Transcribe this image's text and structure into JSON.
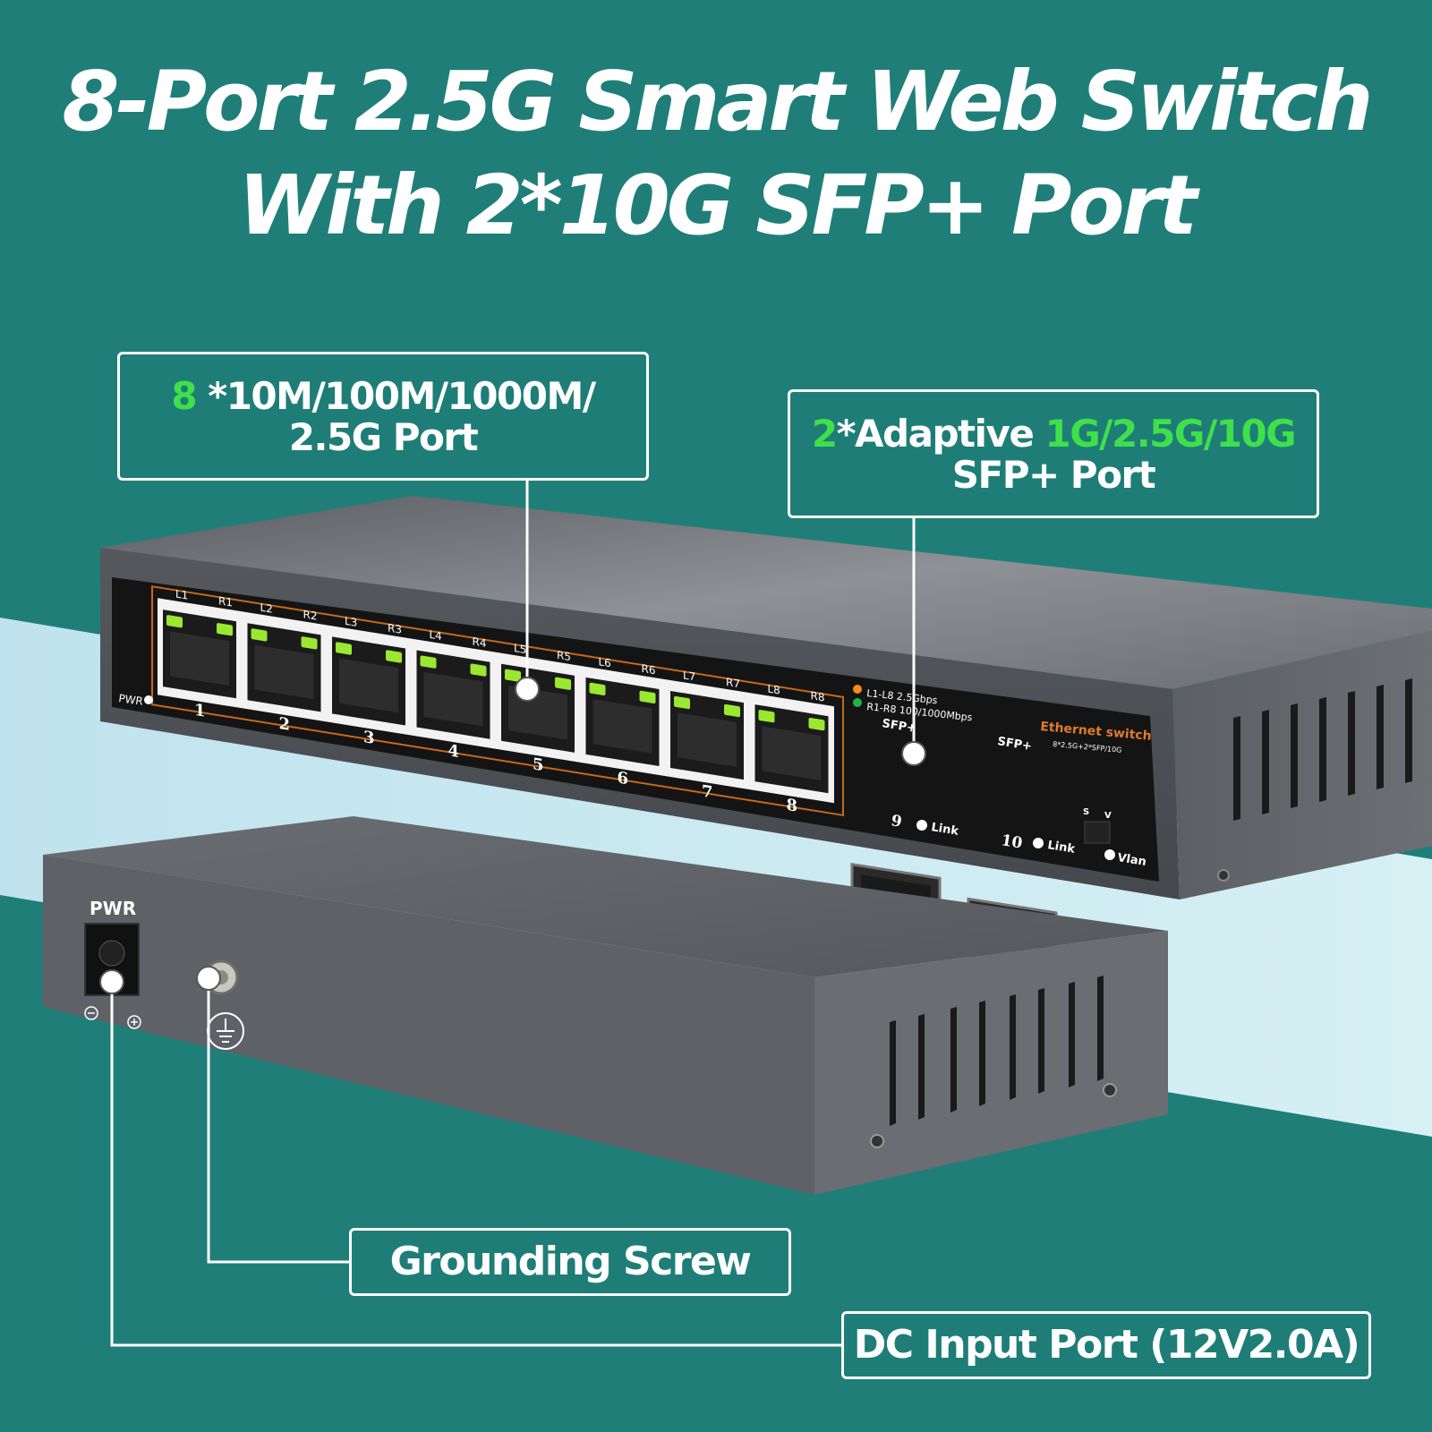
{
  "title": {
    "line1": "8-Port 2.5G Smart Web Switch",
    "line2": "With 2*10G SFP+ Port"
  },
  "callouts": {
    "ethernet": {
      "count": "8",
      "text1": " *10M/100M/1000M/",
      "text2": "2.5G Port"
    },
    "sfp": {
      "count": "2",
      "pre": "*Adaptive ",
      "speeds": "1G/2.5G/10G",
      "text2": "SFP+ Port"
    },
    "grounding": "Grounding Screw",
    "dc_input": "DC Input Port (12V2.0A)"
  },
  "front_panel": {
    "pwr_label": "PWR",
    "ports": [
      {
        "num": "1",
        "left": "L1",
        "right": "R1"
      },
      {
        "num": "2",
        "left": "L2",
        "right": "R2"
      },
      {
        "num": "3",
        "left": "L3",
        "right": "R3"
      },
      {
        "num": "4",
        "left": "L4",
        "right": "R4"
      },
      {
        "num": "5",
        "left": "L5",
        "right": "R5"
      },
      {
        "num": "6",
        "left": "L6",
        "right": "R6"
      },
      {
        "num": "7",
        "left": "L7",
        "right": "R7"
      },
      {
        "num": "8",
        "left": "L8",
        "right": "R8"
      }
    ],
    "legend_l": "L1-L8 2.5Gbps",
    "legend_r": "R1-R8 100/1000Mbps",
    "sfp_label_9": "SFP+",
    "sfp_label_10": "SFP+",
    "sfp_num_9": "9",
    "sfp_num_10": "10",
    "link_label": "Link",
    "brand": "Ethernet switch",
    "model": "8*2.5G+2*SFP/10G",
    "switch_s": "S",
    "switch_v": "V",
    "vlan_label": "Vlan",
    "colors": {
      "led_green": "#9be830",
      "led_orange": "#f08c1a"
    }
  },
  "rear_panel": {
    "pwr_label": "PWR"
  }
}
